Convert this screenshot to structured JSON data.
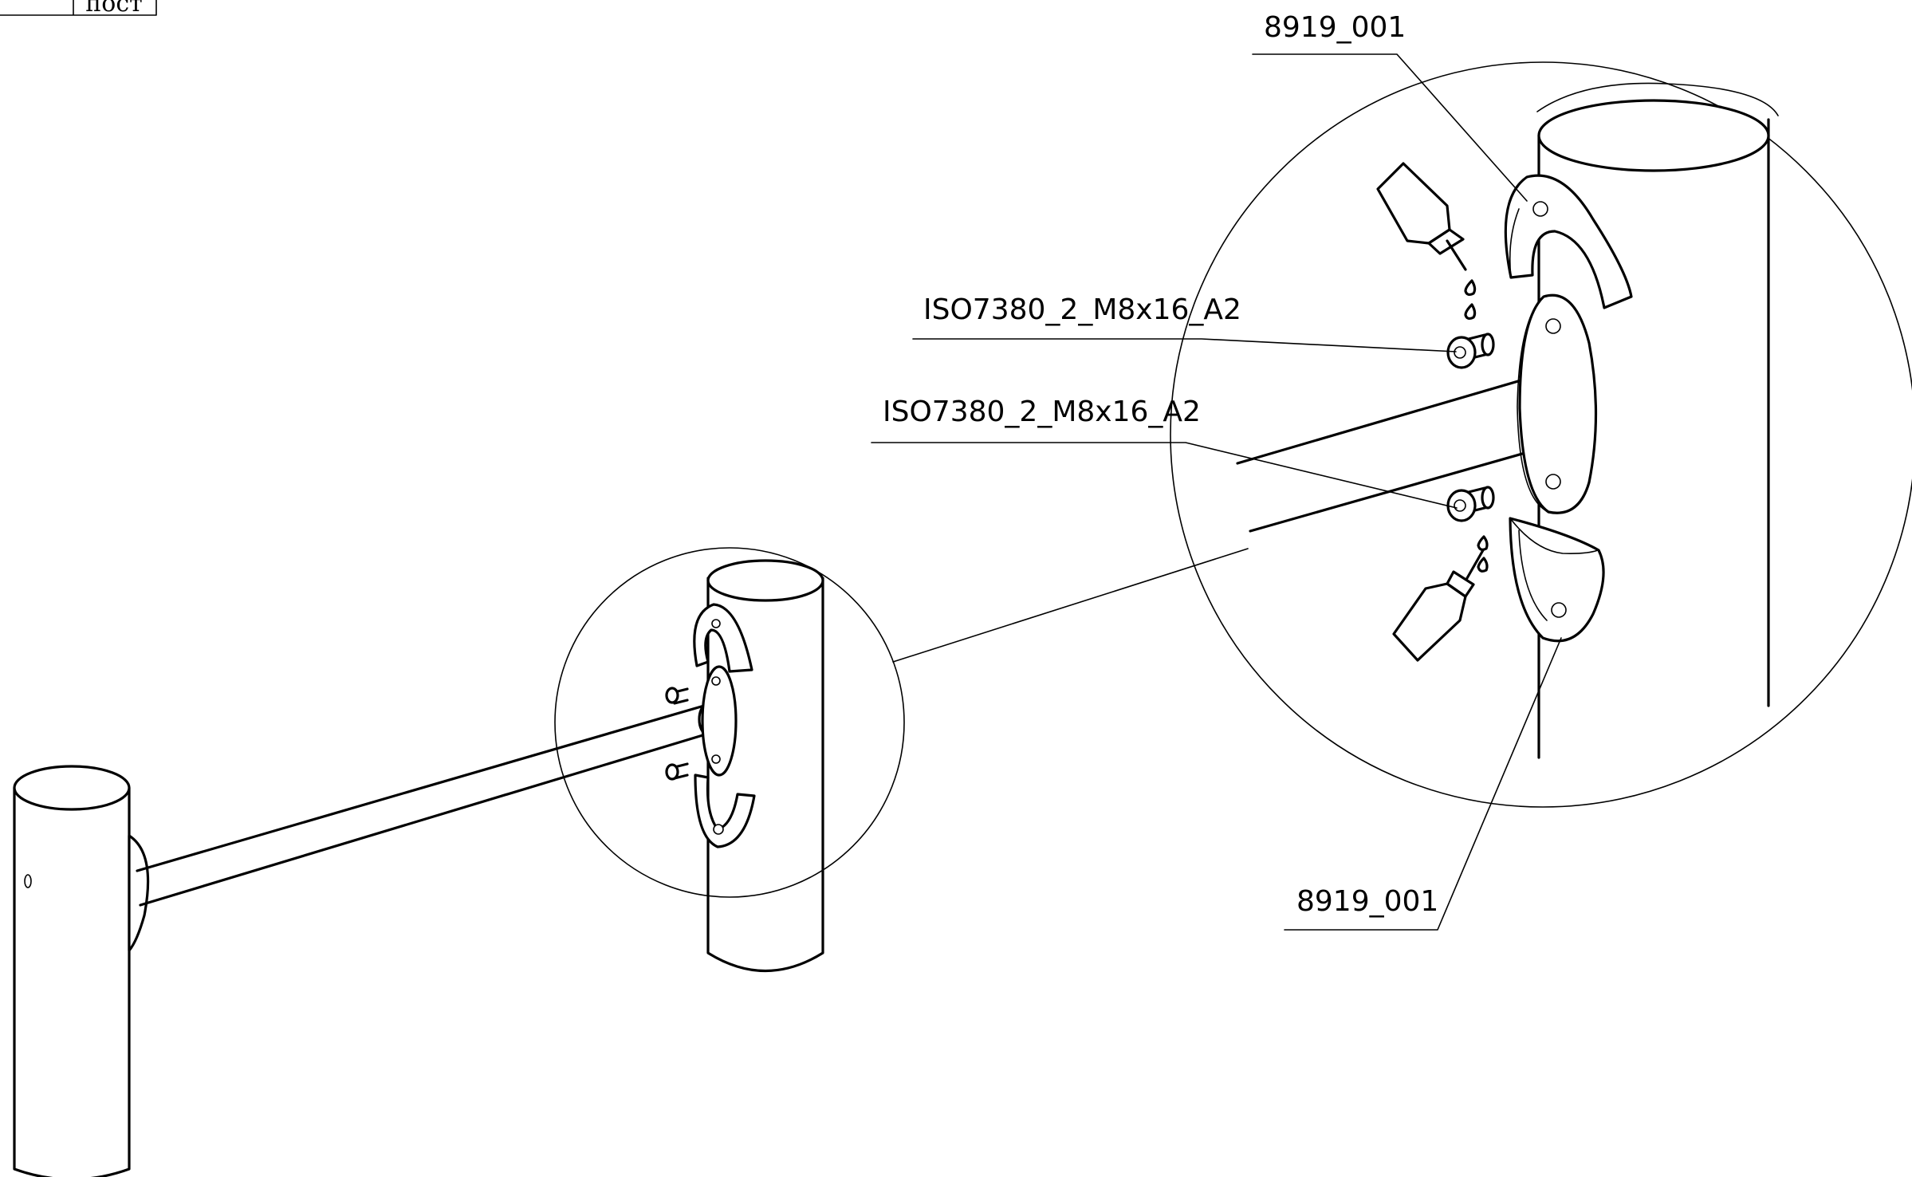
{
  "quantity_box": {
    "text": "пост"
  },
  "callouts": {
    "bracket_top": "8919_001",
    "bracket_bottom": "8919_001",
    "screw_upper": "ISO7380_2_M8x16_A2",
    "screw_lower": "ISO7380_2_M8x16_A2"
  }
}
